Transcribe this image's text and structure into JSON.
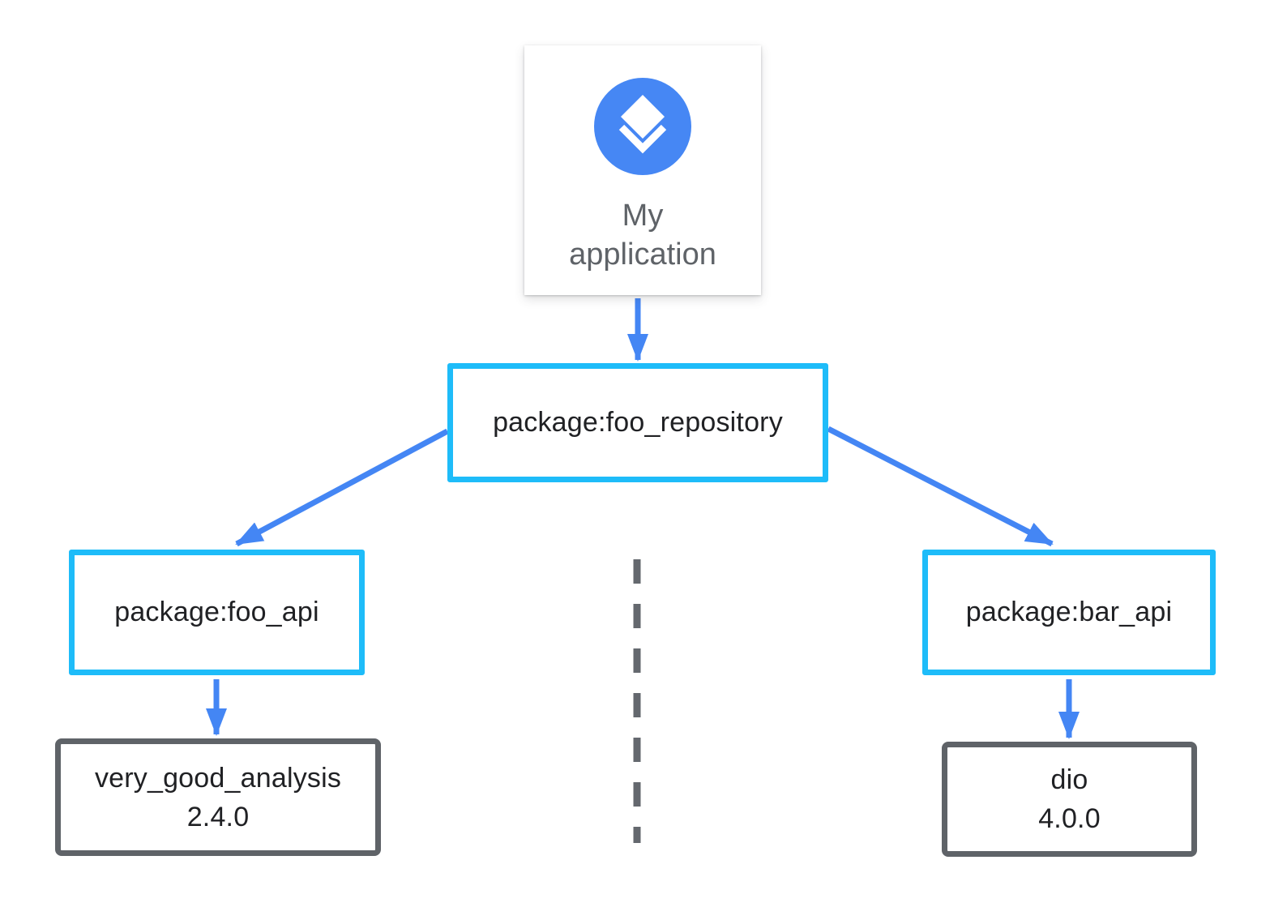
{
  "diagram": {
    "type": "package-dependency-graph",
    "nodes": {
      "application": {
        "label": "My application",
        "icon": "layers-icon"
      },
      "foo_repository": {
        "label": "package:foo_repository"
      },
      "foo_api": {
        "label": "package:foo_api"
      },
      "bar_api": {
        "label": "package:bar_api"
      },
      "very_good_analysis": {
        "name": "very_good_analysis",
        "version": "2.4.0"
      },
      "dio": {
        "name": "dio",
        "version": "4.0.0"
      }
    },
    "edges": [
      {
        "from": "application",
        "to": "foo_repository",
        "style": "arrow"
      },
      {
        "from": "foo_repository",
        "to": "foo_api",
        "style": "arrow"
      },
      {
        "from": "foo_repository",
        "to": "bar_api",
        "style": "arrow"
      },
      {
        "from": "foo_api",
        "to": "very_good_analysis",
        "style": "arrow"
      },
      {
        "from": "bar_api",
        "to": "dio",
        "style": "arrow"
      }
    ],
    "divider": {
      "style": "dashed-vertical-line"
    },
    "colors": {
      "arrow_blue": "#4486F4",
      "package_border_cyan": "#1EBCF9",
      "dependency_border_gray": "#5F6368",
      "icon_circle_blue": "#4687F4",
      "label_dark": "#202124",
      "label_gray": "#5F6368",
      "divider_gray": "#64686E"
    }
  }
}
